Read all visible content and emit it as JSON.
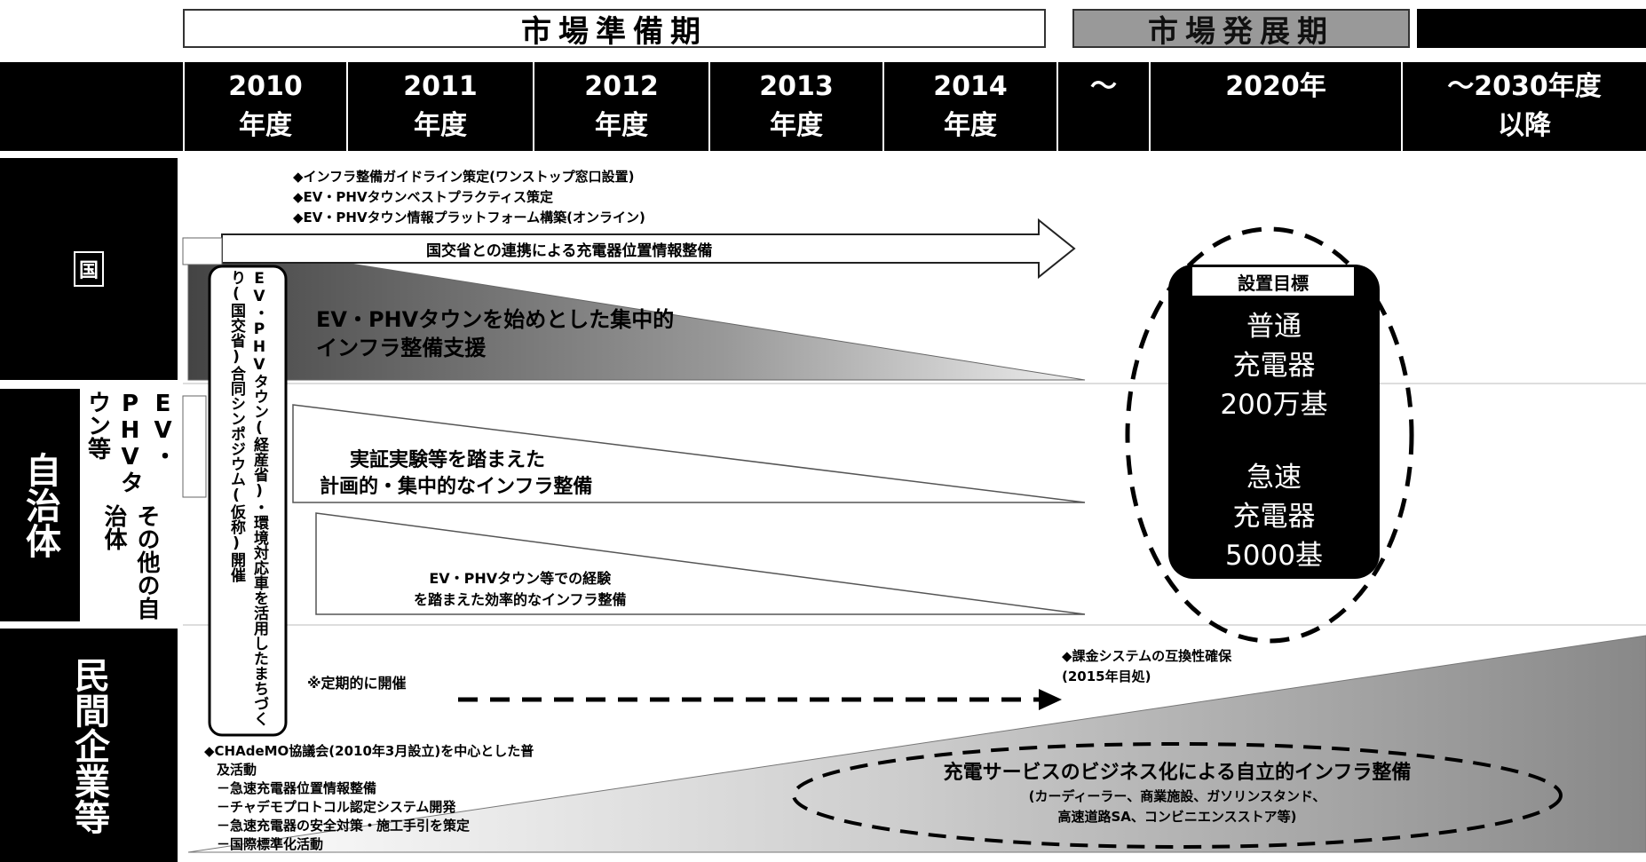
{
  "phases": {
    "prep": "市場準備期",
    "dev": "市場発展期"
  },
  "years": [
    {
      "line1": "2010",
      "line2": "年度"
    },
    {
      "line1": "2011",
      "line2": "年度"
    },
    {
      "line1": "2012",
      "line2": "年度"
    },
    {
      "line1": "2013",
      "line2": "年度"
    },
    {
      "line1": "2014",
      "line2": "年度"
    },
    {
      "line1": "～",
      "line2": ""
    },
    {
      "line1": "2020年",
      "line2": ""
    },
    {
      "line1": "～2030年度",
      "line2": "以降"
    }
  ],
  "rows": {
    "national": "国",
    "local": "自治体",
    "evtown": "EV・PHVタウン等",
    "other_local": "その他の自治体",
    "private": "民間企業等"
  },
  "national_items": [
    "◆インフラ整備ガイドライン策定(ワンストップ窓口設置)",
    "◆EV・PHVタウンベストプラクティス策定",
    "◆EV・PHVタウン情報プラットフォーム構築(オンライン)"
  ],
  "arrow_label": "国交省との連携による充電器位置情報整備",
  "wedge_national": "EV・PHVタウンを始めとした集中的インフラ整備支援",
  "wedge_evtown": {
    "line1": "実証実験等を踏まえた",
    "line2": "計画的・集中的なインフラ整備"
  },
  "wedge_other": {
    "line1": "EV・PHVタウン等での経験",
    "line2": "を踏まえた効率的なインフラ整備"
  },
  "symposium": "EV・PHVタウン(経産省)・環境対応車を活用したまちづくり(国交省)合同シンポジウム(仮称)開催",
  "regular": "※定期的に開催",
  "target": {
    "title": "設置目標",
    "normal": [
      "普通",
      "充電器",
      "200万基"
    ],
    "quick": [
      "急速",
      "充電器",
      "5000基"
    ]
  },
  "billing": {
    "line1": "◆課金システムの互換性確保",
    "line2": "(2015年目処)"
  },
  "chademo": [
    "◆CHAdeMO協議会(2010年3月設立)を中心とした普",
    "及活動",
    "－急速充電器位置情報整備",
    "－チャデモプロトコル認定システム開発",
    "－急速充電器の安全対策・施工手引を策定",
    "－国際標準化活動"
  ],
  "business": {
    "line1": "充電サービスのビジネス化による自立的インフラ整備",
    "line2": "(カーディーラー、商業施設、ガソリンスタンド、",
    "line3": "高速道路SA、コンビニエンスストア等)"
  }
}
